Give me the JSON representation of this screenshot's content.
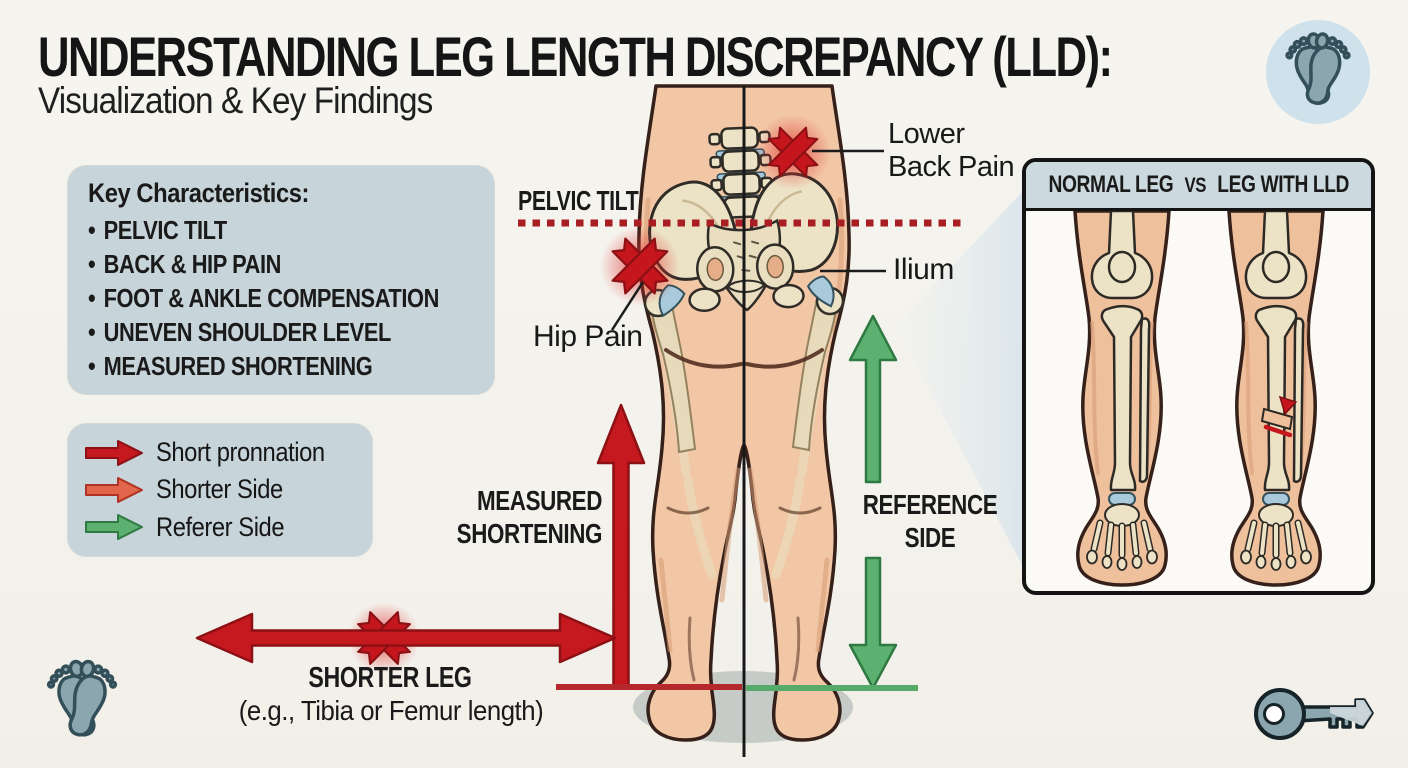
{
  "title": "UNDERSTANDING LEG LENGTH DISCREPANCY (LLD):",
  "subtitle": "Visualization & Key Findings",
  "key_characteristics": {
    "heading": "Key Characteristics:",
    "bullet_char": "•",
    "items": [
      "PELVIC TILT",
      "BACK & HIP PAIN",
      "FOOT & ANKLE COMPENSATION",
      "UNEVEN SHOULDER LEVEL",
      "MEASURED SHORTENING"
    ]
  },
  "legend": {
    "items": [
      {
        "label": "Short pronnation",
        "arrow_color": "#c6191f"
      },
      {
        "label": "Shorter Side",
        "arrow_color": "#e2664c"
      },
      {
        "label": "Referer Side",
        "arrow_color": "#5cb170"
      }
    ]
  },
  "figure_labels": {
    "pelvic_tilt": "PELVIC TILT",
    "lower_back_pain_line1": "Lower",
    "lower_back_pain_line2": "Back Pain",
    "ilium": "Ilium",
    "hip_pain": "Hip Pain",
    "measured_shortening_line1": "MEASURED",
    "measured_shortening_line2": "SHORTENING",
    "reference_side_line1": "REFERENCE",
    "reference_side_line2": "SIDE",
    "shorter_leg": "SHORTER LEG",
    "shorter_leg_note": "(e.g., Tibia or Femur length)"
  },
  "comparison_panel": {
    "header_left": "NORMAL LEG",
    "header_vs": "VS",
    "header_right": "LEG WITH LLD"
  },
  "icons": {
    "top_right": "footprints-icon",
    "bottom_left": "footprints-icon",
    "bottom_right": "key-icon"
  },
  "colors": {
    "background": "#f5f3ee",
    "info_box_bg": "#c7d4d9",
    "panel_header_bg": "#ccd9de",
    "skin": "#f2c7a5",
    "bone": "#ece3c6",
    "cartilage_blue": "#a9cada",
    "arrow_red": "#c6191f",
    "arrow_orange": "#e2664c",
    "arrow_green": "#5cb170",
    "dotted_line_red": "#a81e22",
    "x_mark_red": "#c4161c"
  }
}
